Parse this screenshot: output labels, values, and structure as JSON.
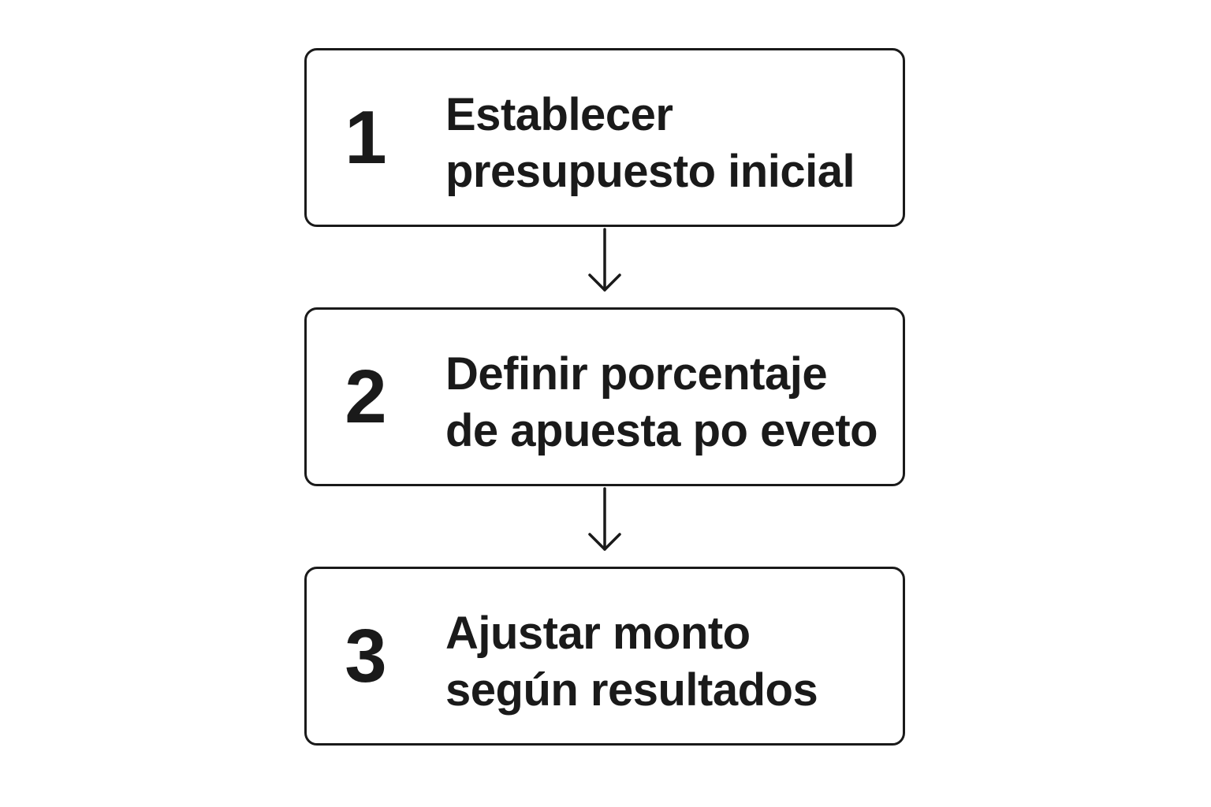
{
  "steps": [
    {
      "number": "1",
      "line1": "Establecer",
      "line2": "presupuesto inicial"
    },
    {
      "number": "2",
      "line1": "Definir porcentaje",
      "line2": "de apuesta po eveto"
    },
    {
      "number": "3",
      "line1": "Ajustar monto",
      "line2": "según resultados"
    }
  ],
  "colors": {
    "stroke": "#1a1a1a",
    "background": "#ffffff"
  }
}
